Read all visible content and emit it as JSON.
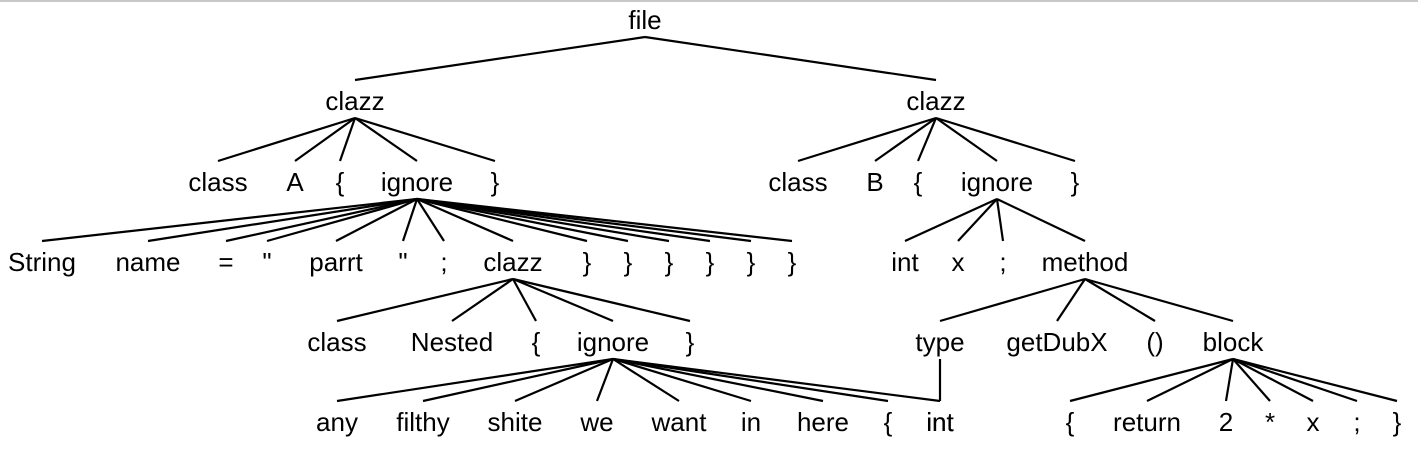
{
  "tree": {
    "label": "file",
    "children": [
      {
        "label": "clazz",
        "children": [
          {
            "label": "class"
          },
          {
            "label": "A"
          },
          {
            "label": "{"
          },
          {
            "label": "ignore",
            "children": [
              {
                "label": "String"
              },
              {
                "label": "name"
              },
              {
                "label": "="
              },
              {
                "label": "\""
              },
              {
                "label": "parrt"
              },
              {
                "label": "\""
              },
              {
                "label": ";"
              },
              {
                "label": "clazz",
                "children": [
                  {
                    "label": "class"
                  },
                  {
                    "label": "Nested"
                  },
                  {
                    "label": "{"
                  },
                  {
                    "label": "ignore",
                    "children": [
                      {
                        "label": "any"
                      },
                      {
                        "label": "filthy"
                      },
                      {
                        "label": "shite"
                      },
                      {
                        "label": "we"
                      },
                      {
                        "label": "want"
                      },
                      {
                        "label": "in"
                      },
                      {
                        "label": "here"
                      },
                      {
                        "label": "{"
                      },
                      {
                        "label": "int"
                      }
                    ]
                  },
                  {
                    "label": "}"
                  }
                ]
              },
              {
                "label": "}"
              },
              {
                "label": "}"
              },
              {
                "label": "}"
              },
              {
                "label": "}"
              },
              {
                "label": "}"
              },
              {
                "label": "}"
              }
            ]
          },
          {
            "label": "}"
          }
        ]
      },
      {
        "label": "clazz",
        "children": [
          {
            "label": "class"
          },
          {
            "label": "B"
          },
          {
            "label": "{"
          },
          {
            "label": "ignore",
            "children": [
              {
                "label": "int"
              },
              {
                "label": "x"
              },
              {
                "label": ";"
              },
              {
                "label": "method",
                "children": [
                  {
                    "label": "type",
                    "children": [
                      {
                        "label": "int"
                      }
                    ]
                  },
                  {
                    "label": "getDubX"
                  },
                  {
                    "label": "()"
                  },
                  {
                    "label": "block",
                    "children": [
                      {
                        "label": "{"
                      },
                      {
                        "label": "return"
                      },
                      {
                        "label": "2"
                      },
                      {
                        "label": "*"
                      },
                      {
                        "label": "x"
                      },
                      {
                        "label": ";"
                      },
                      {
                        "label": "}"
                      }
                    ]
                  }
                ]
              }
            ]
          },
          {
            "label": "}"
          }
        ]
      }
    ]
  }
}
